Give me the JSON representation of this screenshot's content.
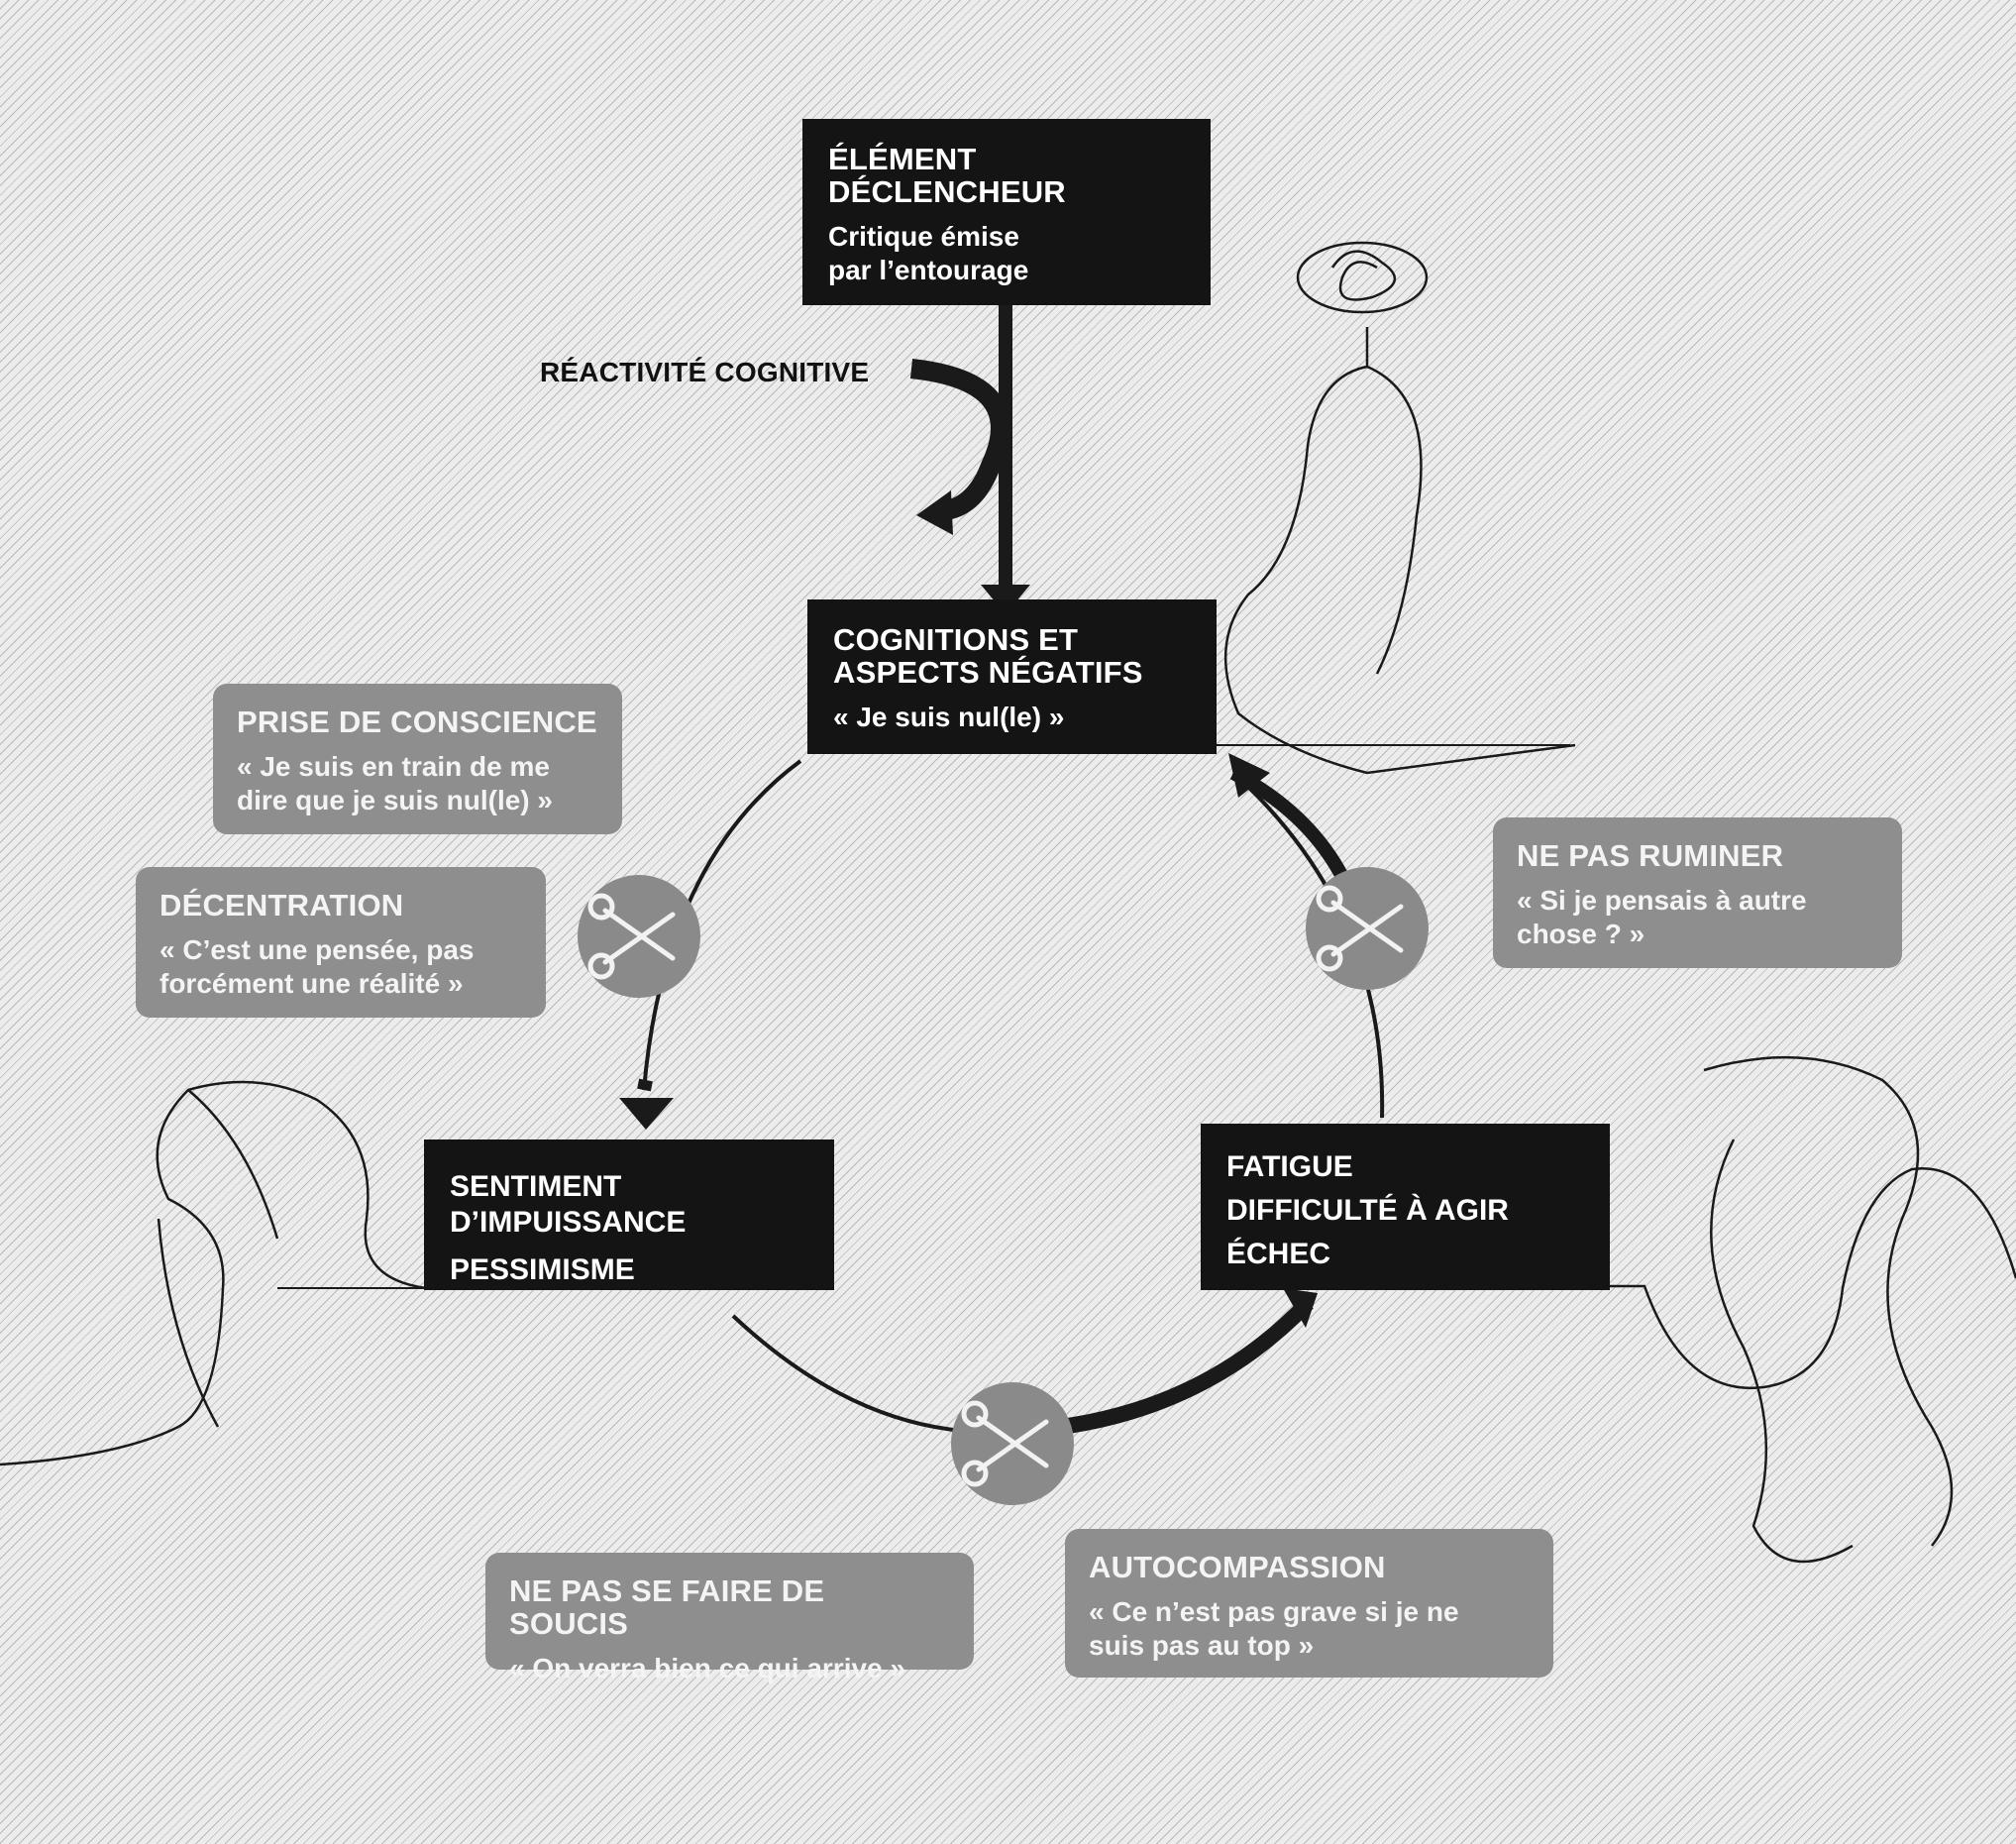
{
  "diagram": {
    "trigger": {
      "title": "ÉLÉMENT\nDÉCLENCHEUR",
      "text": "Critique émise\npar l’entourage"
    },
    "reactivity_label": "RÉACTIVITÉ COGNITIVE",
    "cognitions": {
      "title": "COGNITIONS ET\nASPECTS NÉGATIFS",
      "text": "« Je suis nul(le) »"
    },
    "helplessness": {
      "line1": "SENTIMENT",
      "line2": "D’IMPUISSANCE",
      "line3": "PESSIMISME"
    },
    "fatigue": {
      "line1": "FATIGUE",
      "line2": "DIFFICULTÉ À AGIR",
      "line3": "ÉCHEC"
    },
    "strategies": {
      "prise_de_conscience": {
        "title": "PRISE DE CONSCIENCE",
        "text": "« Je suis en train de me\ndire que je suis nul(le) »"
      },
      "decentration": {
        "title": "DÉCENTRATION",
        "text": "« C’est une pensée, pas\nforcément une réalité »"
      },
      "ne_pas_ruminer": {
        "title": "NE PAS RUMINER",
        "text": "« Si je pensais à autre\nchose ? »"
      },
      "ne_pas_se_faire_de_soucis": {
        "title": "NE PAS SE FAIRE DE SOUCIS",
        "text": "« On verra bien ce qui arrive »"
      },
      "autocompassion": {
        "title": "AUTOCOMPASSION",
        "text": "« Ce n’est pas grave si je ne\nsuis pas au top »"
      }
    },
    "icons": [
      "scissors-icon",
      "scissors-icon",
      "scissors-icon"
    ],
    "colors": {
      "box_dark": "#141414",
      "box_grey": "#8e8e8e",
      "cut_circle": "#8a8a8a",
      "arrow": "#1a1a1a"
    }
  }
}
